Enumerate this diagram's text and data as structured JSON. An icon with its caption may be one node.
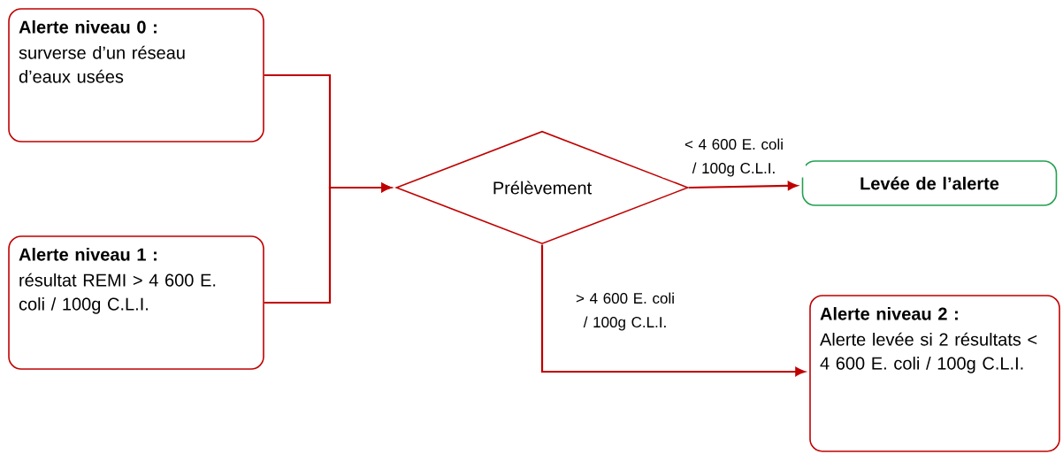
{
  "diagram": {
    "nodes": [
      {
        "text": [
          "Alerte niveau 0 :",
          "surverse d’un réseau d’eaux usées"
        ]
      },
      {
        "text": [
          "Alerte niveau 1 :",
          "résultat REMI > 4 600 E. coli / 100g C.L.I."
        ]
      },
      {
        "text": [
          "Prélèvement"
        ]
      },
      {
        "text": [
          "Levée de l’alerte"
        ]
      },
      {
        "text": [
          "Alerte niveau 2 :",
          "Alerte levée si 2 résultats < 4 600 E. coli / 100g C.L.I."
        ]
      }
    ],
    "edges": [
      {
        "from": 0,
        "to": 2,
        "arrow": "to"
      },
      {
        "from": 1,
        "to": 2,
        "arrow": "to"
      },
      {
        "from": 2,
        "to": 3,
        "arrow": "to",
        "label": "< 4 600 E. coli / 100g C.L.I."
      },
      {
        "from": 2,
        "to": 4,
        "arrow": "to",
        "label": "> 4 600 E. coli / 100g C.L.I."
      }
    ]
  }
}
